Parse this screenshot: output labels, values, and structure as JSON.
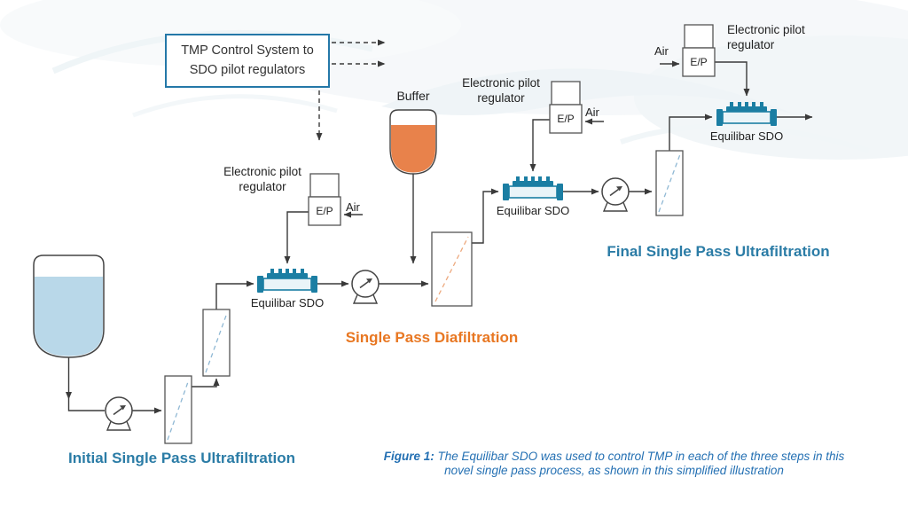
{
  "colors": {
    "accent_teal": "#1b7ea3",
    "section_blue": "#2b7ca6",
    "section_orange": "#e87722",
    "caption_blue": "#2470b3",
    "feed_liquid": "#b9d8e9",
    "buffer_liquid": "#e8824b"
  },
  "tmp_control": {
    "line1": "TMP Control System to",
    "line2": "SDO pilot regulators"
  },
  "vessels": {
    "buffer_label": "Buffer"
  },
  "sections": {
    "initial": "Initial Single Pass Ultrafiltration",
    "diafiltration": "Single Pass Diafiltration",
    "final": "Final Single Pass Ultrafiltration"
  },
  "valves": [
    {
      "label": "Equilibar SDO"
    },
    {
      "label": "Equilibar SDO"
    },
    {
      "label": "Equilibar SDO"
    }
  ],
  "regulators": [
    {
      "name_line1": "Electronic pilot",
      "name_line2": "regulator",
      "device": "E/P",
      "air": "Air"
    },
    {
      "name_line1": "Electronic pilot",
      "name_line2": "regulator",
      "device": "E/P",
      "air": "Air"
    },
    {
      "name_line1": "Electronic pilot",
      "name_line2": "regulator",
      "device": "E/P",
      "air": "Air"
    }
  ],
  "caption": {
    "figure": "Figure 1:",
    "line1": " The Equilibar SDO was used to control TMP in each of the three steps in this",
    "line2": "novel single pass process, as shown in this simplified illustration"
  }
}
